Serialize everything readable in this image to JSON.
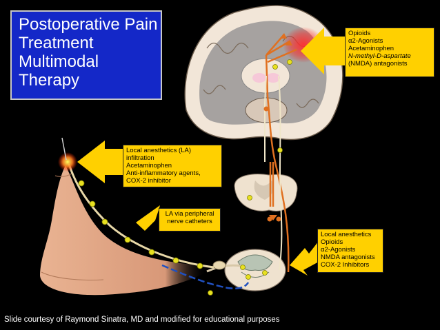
{
  "title": {
    "lines": [
      "Postoperative Pain",
      "Treatment",
      "Multimodal",
      "Therapy"
    ]
  },
  "labels": {
    "brain": {
      "lines": [
        "Opioids",
        "α2-Agonists",
        "Acetaminophen",
        "N-methyl-D-aspartate",
        "(NMDA) antagonists"
      ]
    },
    "periphery": {
      "lines": [
        "Local anesthetics (LA)",
        "infiltration",
        "Acetaminophen",
        "Anti-inflammatory agents,",
        "COX-2 inhibitor"
      ]
    },
    "catheter": {
      "lines": [
        "LA via peripheral",
        "nerve catheters"
      ]
    },
    "spinal": {
      "lines": [
        "Local anesthetics",
        "Opioids",
        "α2-Agonists",
        "NMDA antagonists",
        "COX-2 Inhibitors"
      ]
    }
  },
  "credit": "Slide courtesy of Raymond Sinatra, MD and modified for educational purposes",
  "colors": {
    "background": "#000000",
    "title_box": "#1428c8",
    "label_box": "#ffd000",
    "arrow": "#ffd000",
    "ascending_tract": "#e07020",
    "descending_tract": "#f0e6c8",
    "nerve_node": "#e8e020",
    "skin": "#e8b090",
    "brain_tissue": "#f0e6d8",
    "white_matter": "#a0a0a0"
  }
}
